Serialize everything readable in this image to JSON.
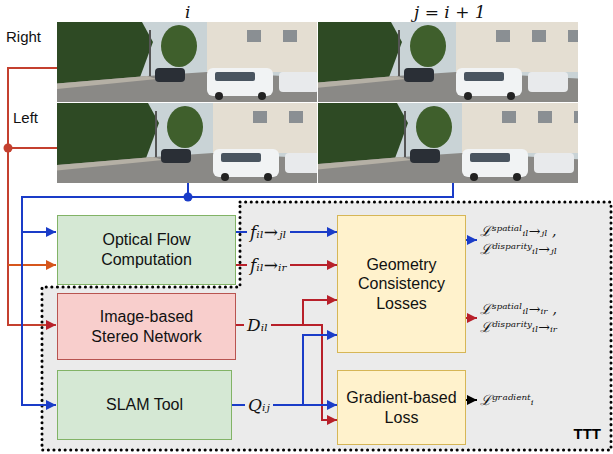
{
  "diagram": {
    "nodes": [
      {
        "text": [
          "Optical Flow Computation"
        ]
      },
      {
        "text": [
          "TTT"
        ]
      },
      {
        "text": [
          "Geometry Consistency Losses"
        ],
        "in": 1
      },
      {
        "text": [
          "Image-based Stereo Network"
        ],
        "in": 1
      },
      {
        "text": [
          "SLAM Tool"
        ],
        "in": 1
      },
      {
        "text": [
          "Gradient-based Loss"
        ],
        "in": 1
      }
    ],
    "edges": [
      {
        "from": 0,
        "to": 2,
        "arrow": "to",
        "label": "fᵢₗ→ⱼₗ"
      },
      {
        "from": 0,
        "to": 2,
        "arrow": "to",
        "label": "fᵢₗ→ᵢᵣ"
      },
      {
        "from": 3,
        "to": 2,
        "arrow": "to",
        "label": "Dᵢₗ"
      },
      {
        "from": 3,
        "to": 5,
        "arrow": "to"
      },
      {
        "from": 4,
        "to": 2,
        "arrow": "to"
      },
      {
        "from": 4,
        "to": 5,
        "arrow": "to",
        "label": "Qᵢⱼ"
      }
    ],
    "labels": [
      "Right",
      "Left",
      "i",
      "j = i + 1",
      "ℒˢᵖᵃᵗⁱᵃˡᵢₗ→ⱼₗ , ℒᵈⁱˢᵖᵃʳⁱᵗʸᵢₗ→ⱼₗ",
      "ℒˢᵖᵃᵗⁱᵃˡᵢₗ→ᵢᵣ , ℒᵈⁱˢᵖᵃʳⁱᵗʸᵢₗ→ᵢᵣ",
      "ℒᵍʳᵃᵈⁱᵉⁿᵗᵢ"
    ]
  }
}
